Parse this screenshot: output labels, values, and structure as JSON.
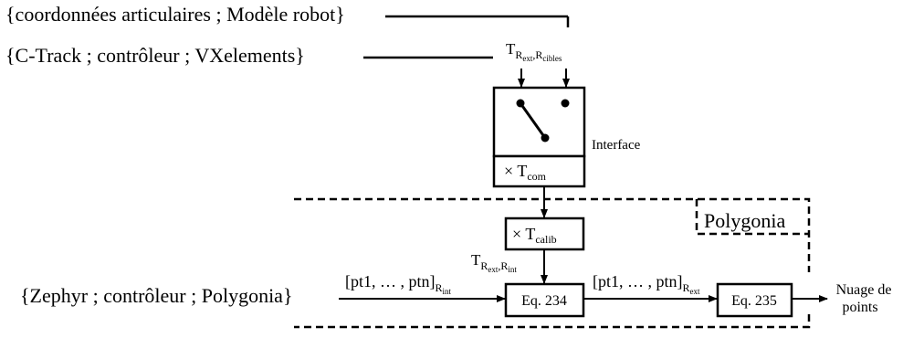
{
  "inputs": {
    "robot": "{coordonnées articulaires ; Modèle robot}",
    "ctrack": "{C-Track ; contrôleur ; VXelements}",
    "zephyr": "{Zephyr ; contrôleur ; Polygonia}"
  },
  "transform_top": {
    "base": "T",
    "sub1": "R",
    "sub1b": "ext",
    "sep": ",",
    "sub2": "R",
    "sub2b": "cibles"
  },
  "interface_label": "Interface",
  "tcom": {
    "prefix": "× T",
    "sub": "com"
  },
  "polygonia_label": "Polygonia",
  "tcalib": {
    "prefix": "× T",
    "sub": "calib"
  },
  "transform_int": {
    "base": "T",
    "sub1": "R",
    "sub1b": "ext",
    "sep": ",",
    "sub2": "R",
    "sub2b": "int"
  },
  "pts_int": {
    "text": "[pt1, … , ptn]",
    "sub1": "R",
    "sub2": "int"
  },
  "pts_ext": {
    "text": "[pt1, … , ptn]",
    "sub1": "R",
    "sub2": "ext"
  },
  "eq1": "Eq. 234",
  "eq2": "Eq. 235",
  "output": {
    "line1": "Nuage de",
    "line2": "points"
  }
}
